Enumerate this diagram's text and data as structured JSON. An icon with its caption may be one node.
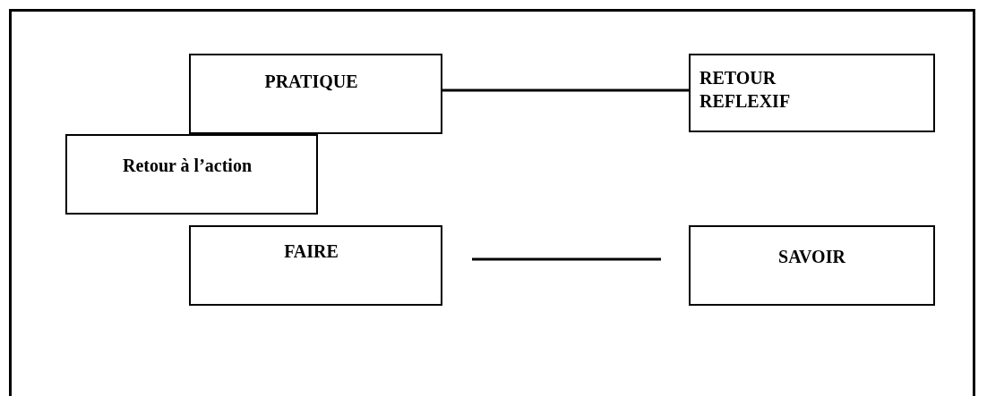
{
  "diagram": {
    "nodes": [
      {
        "text": [
          "PRATIQUE"
        ]
      },
      {
        "text": [
          "RETOUR REFLEXIF"
        ]
      },
      {
        "text": [
          "Retour à l’action"
        ]
      },
      {
        "text": [
          "FAIRE"
        ]
      },
      {
        "text": [
          "SAVOIR"
        ]
      }
    ],
    "edges": [
      {
        "from": 0,
        "to": 1,
        "arrow": "none"
      },
      {
        "from": 3,
        "to": 4,
        "arrow": "none"
      }
    ]
  }
}
